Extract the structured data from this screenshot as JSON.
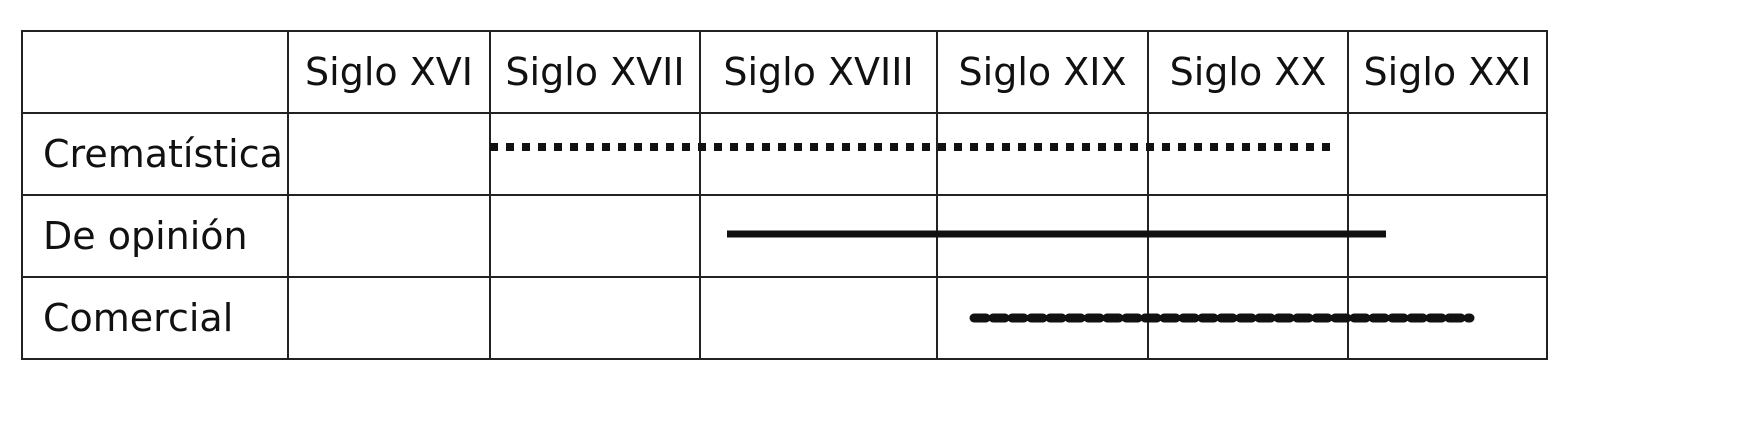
{
  "table": {
    "corner_label": "",
    "columns": [
      "Siglo XVI",
      "Siglo XVII",
      "Siglo XVIII",
      "Siglo XIX",
      "Siglo XX",
      "Siglo XXI"
    ],
    "rows": [
      {
        "label": "Crematística",
        "line_style": "dotted",
        "span": {
          "from": "Siglo XVII",
          "to": "Siglo XX"
        }
      },
      {
        "label": "De opinión",
        "line_style": "solid",
        "span": {
          "from": "Siglo XVIII",
          "to": "Siglo XXI"
        }
      },
      {
        "label": "Comercial",
        "line_style": "dashed",
        "span": {
          "from": "Siglo XIX",
          "to": "Siglo XXI"
        }
      }
    ],
    "colors": {
      "grid": "#222222",
      "line": "#111111",
      "background": "#ffffff"
    }
  }
}
